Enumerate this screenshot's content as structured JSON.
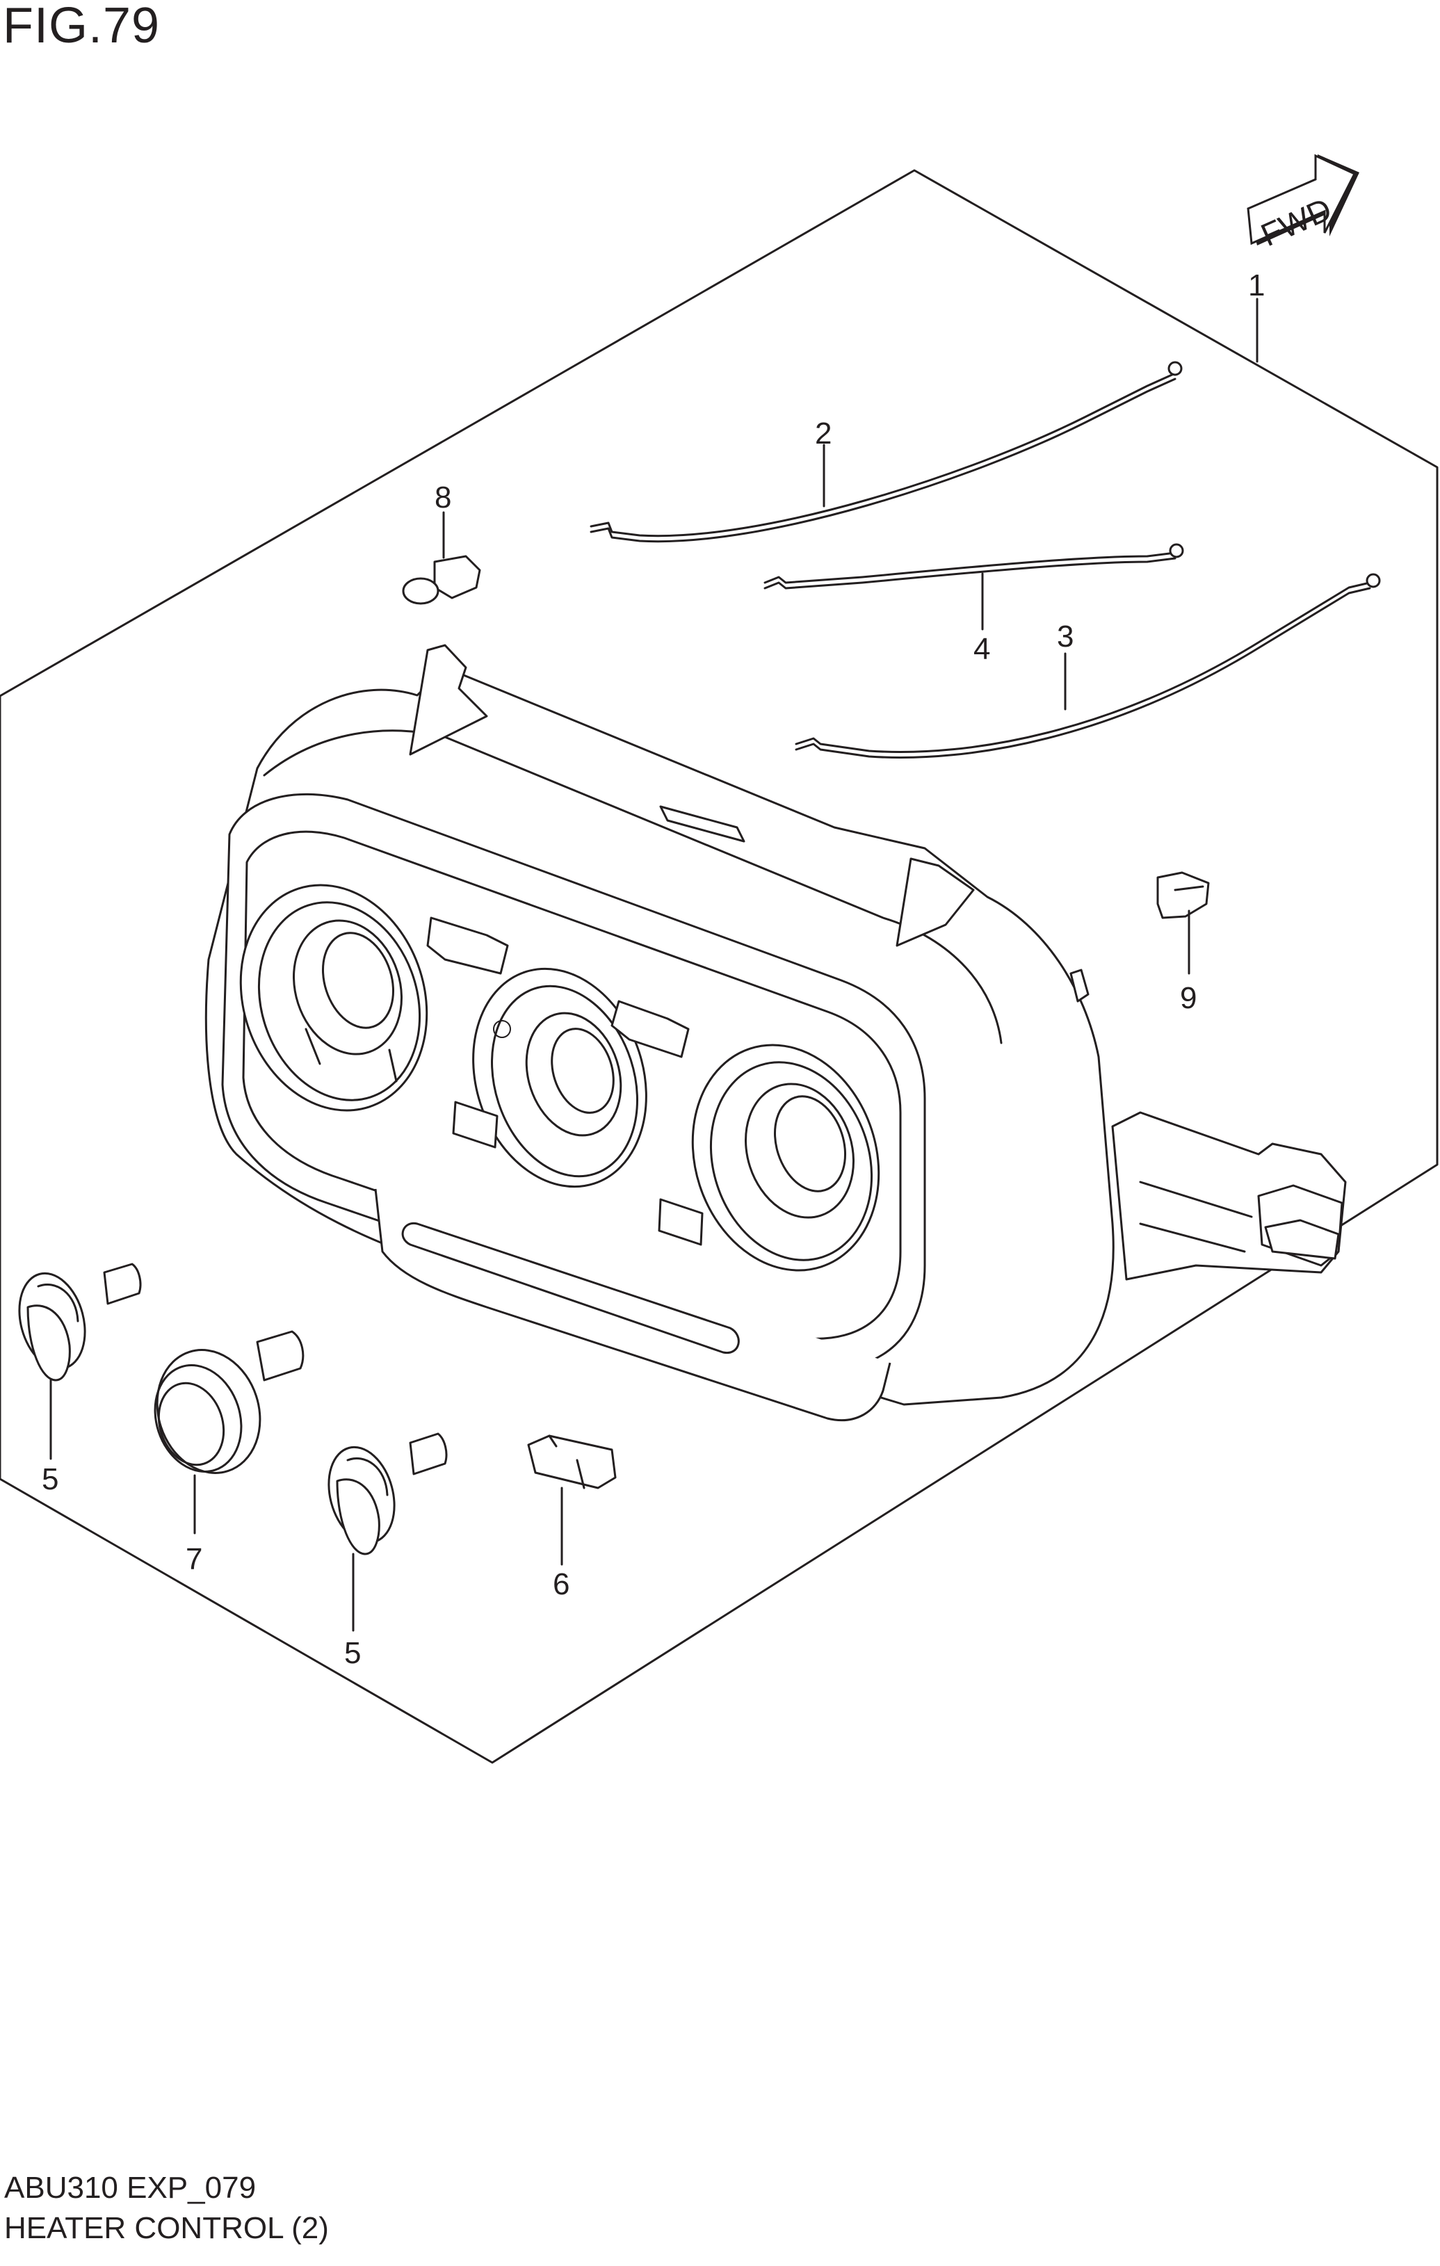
{
  "figure": {
    "title": "FIG.79"
  },
  "footer": {
    "code": "ABU310 EXP_079",
    "name": "HEATER CONTROL (2)"
  },
  "direction_marker": {
    "label": "FWD"
  },
  "callouts": [
    {
      "number": "1",
      "part": "heater-control-assembly"
    },
    {
      "number": "2",
      "part": "control-cable"
    },
    {
      "number": "3",
      "part": "control-cable"
    },
    {
      "number": "4",
      "part": "control-cable"
    },
    {
      "number": "5",
      "part": "control-knob"
    },
    {
      "number": "5",
      "part": "control-knob"
    },
    {
      "number": "6",
      "part": "switch-knob"
    },
    {
      "number": "7",
      "part": "control-dial"
    },
    {
      "number": "8",
      "part": "bulb-socket"
    },
    {
      "number": "9",
      "part": "cable-clip"
    }
  ]
}
